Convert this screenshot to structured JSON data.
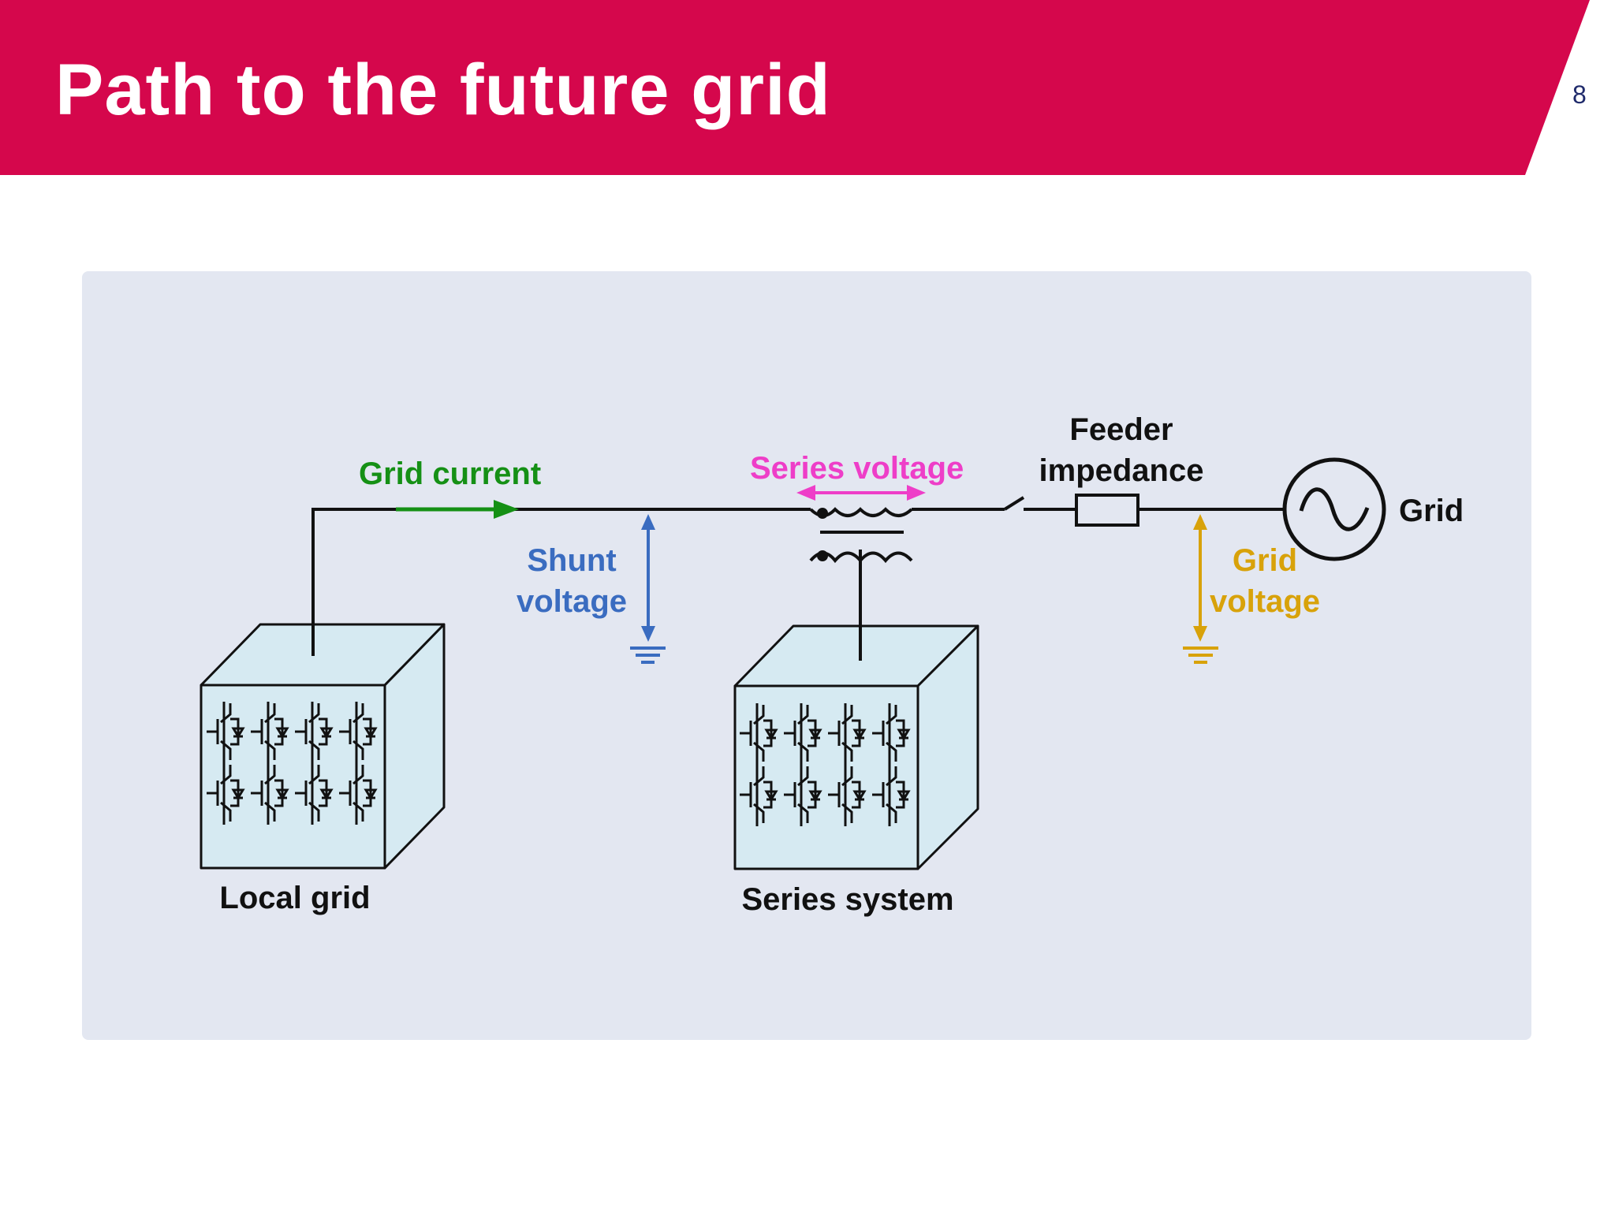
{
  "slide": {
    "title": "Path to the future grid",
    "page_number": "8",
    "accent_color": "#d5074c"
  },
  "diagram": {
    "labels": {
      "grid_current": "Grid current",
      "series_voltage": "Series voltage",
      "feeder_line1": "Feeder",
      "feeder_line2": "impedance",
      "grid": "Grid",
      "shunt_line1": "Shunt",
      "shunt_line2": "voltage",
      "grid_voltage_line1": "Grid",
      "grid_voltage_line2": "voltage",
      "local_grid": "Local grid",
      "series_system": "Series system"
    },
    "colors": {
      "grid_current": "#159015",
      "series_voltage": "#ee3ec8",
      "shunt_voltage": "#3a6cc0",
      "grid_voltage": "#d8a20a",
      "wire": "#111111",
      "cube_face": "#d6eaf2"
    },
    "icons": [
      "ac-source-icon",
      "transformer-icon",
      "ground-icon",
      "switch-icon",
      "resistor-icon",
      "igbt-converter-icon"
    ]
  }
}
